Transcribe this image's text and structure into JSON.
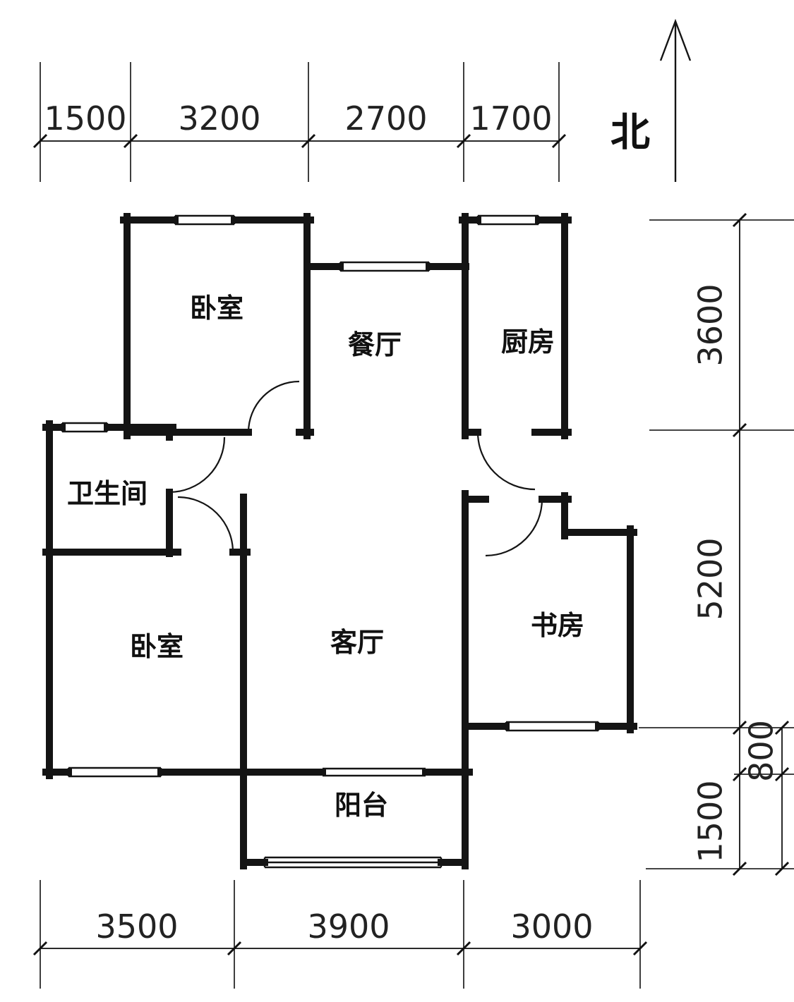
{
  "drawing": {
    "type": "apartment-floor-plan",
    "north_label": "北",
    "line_color": "#141414",
    "background_color": "#ffffff"
  },
  "rooms": {
    "bedroom_top": {
      "label": "卧室"
    },
    "dining": {
      "label": "餐厅"
    },
    "kitchen": {
      "label": "厨房"
    },
    "bathroom": {
      "label": "卫生间"
    },
    "bedroom_bottom": {
      "label": "卧室"
    },
    "living": {
      "label": "客厅"
    },
    "study": {
      "label": "书房"
    },
    "balcony": {
      "label": "阳台"
    }
  },
  "dimensions": {
    "top": [
      "1500",
      "3200",
      "2700",
      "1700"
    ],
    "bottom": [
      "3500",
      "3900",
      "3000"
    ],
    "right": [
      "3600",
      "5200",
      "800",
      "1500"
    ]
  }
}
